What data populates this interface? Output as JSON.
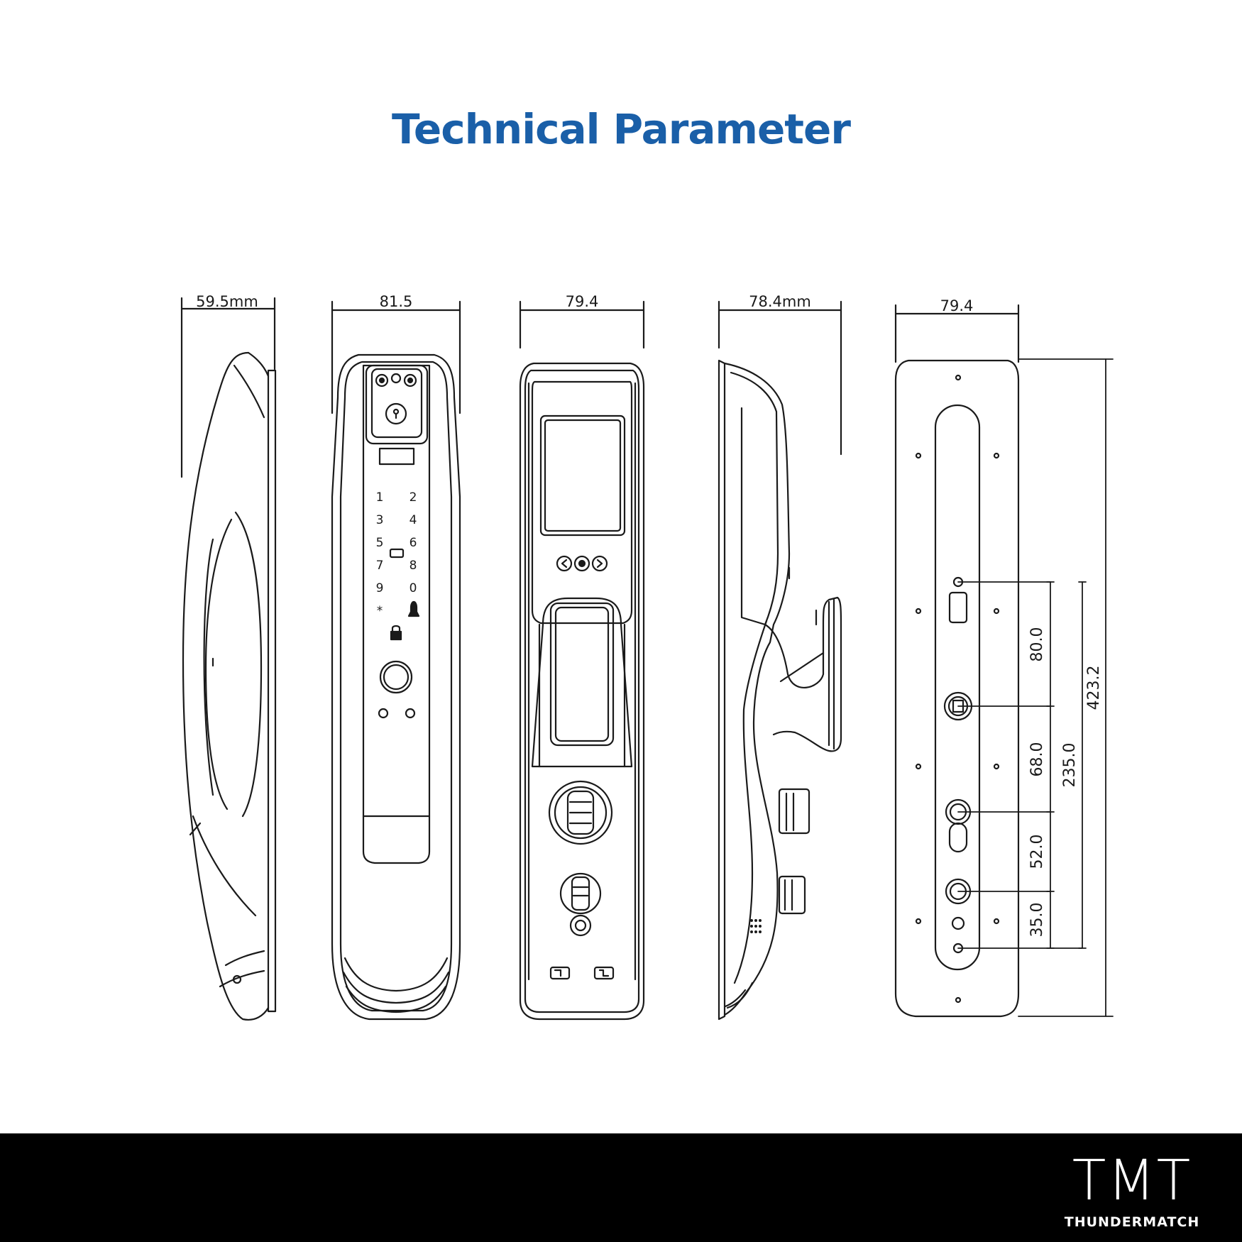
{
  "title": "Technical Parameter",
  "colors": {
    "title": "#1a5fa8",
    "line": "#1a1a1a",
    "footer": "#000000",
    "background": "#ffffff"
  },
  "views": [
    {
      "name": "side-view-left",
      "width_label": "59.5mm"
    },
    {
      "name": "front-view-keypad",
      "width_label": "81.5"
    },
    {
      "name": "back-view-screen",
      "width_label": "79.4"
    },
    {
      "name": "side-view-right",
      "width_label": "78.4mm"
    },
    {
      "name": "mounting-plate-view",
      "width_label": "79.4"
    }
  ],
  "keypad": [
    "1",
    "2",
    "3",
    "4",
    "5",
    "6",
    "7",
    "8",
    "9",
    "0",
    "*"
  ],
  "mounting_dimensions": {
    "spacing_1": "80.0",
    "spacing_2": "68.0",
    "spacing_3": "52.0",
    "spacing_4": "35.0",
    "span": "235.0",
    "total_height": "423.2"
  },
  "logo": {
    "letters": "TMT",
    "wordmark": "THUNDERMATCH"
  },
  "icons": [
    "lock-icon",
    "bell-icon",
    "fingerprint-icon",
    "camera-icon",
    "keyhole-icon",
    "screw-icon"
  ]
}
